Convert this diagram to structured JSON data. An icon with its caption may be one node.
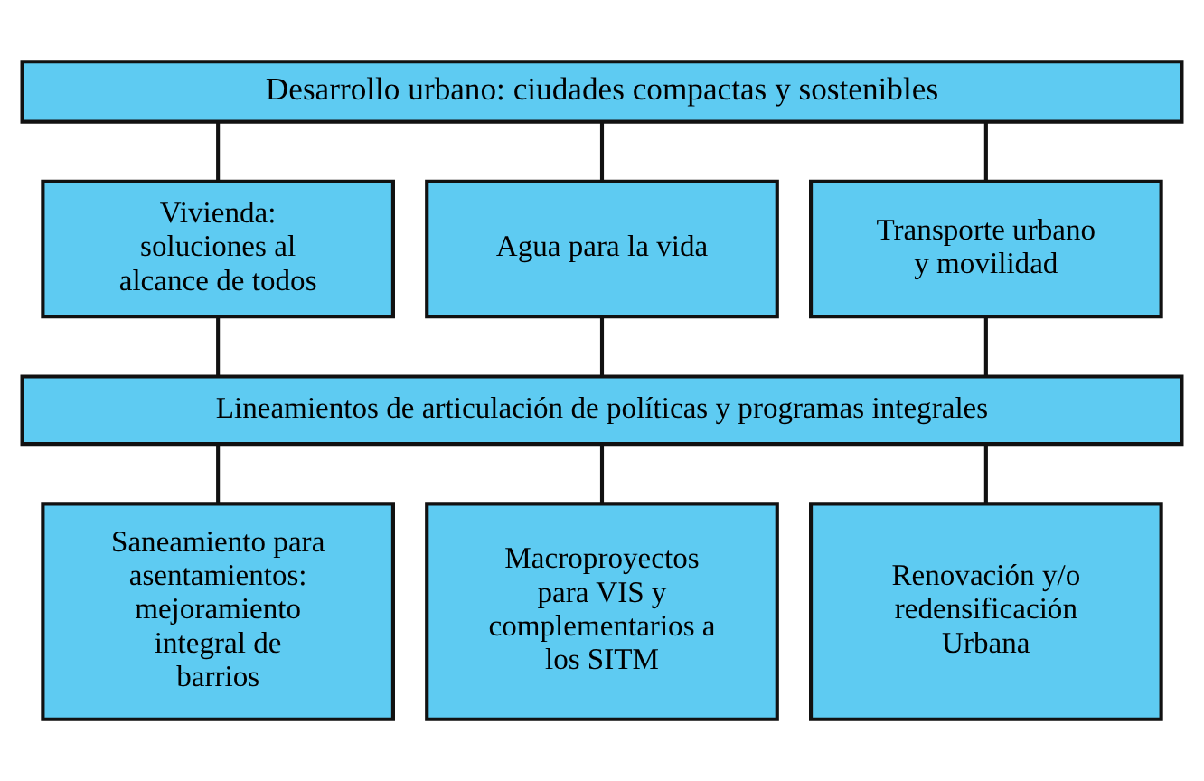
{
  "diagram": {
    "nodes": [
      {
        "text": [
          "Desarrollo urbano: ciudades compactas y sostenibles"
        ]
      },
      {
        "text": [
          "Vivienda: soluciones al alcance de todos"
        ]
      },
      {
        "text": [
          "Agua para la vida"
        ]
      },
      {
        "text": [
          "Transporte urbano y movilidad"
        ]
      },
      {
        "text": [
          "Lineamientos de articulación de políticas y programas integrales"
        ]
      },
      {
        "text": [
          "Saneamiento para asentamientos: mejoramiento integral de barrios"
        ]
      },
      {
        "text": [
          "Macroproyectos para VIS y complementarios a los SITM"
        ]
      },
      {
        "text": [
          "Renovación y/o redensificación Urbana"
        ]
      }
    ],
    "edges": [
      {
        "from": 0,
        "to": 1,
        "arrow": "none"
      },
      {
        "from": 0,
        "to": 2,
        "arrow": "none"
      },
      {
        "from": 0,
        "to": 3,
        "arrow": "none"
      },
      {
        "from": 1,
        "to": 4,
        "arrow": "none"
      },
      {
        "from": 2,
        "to": 4,
        "arrow": "none"
      },
      {
        "from": 3,
        "to": 4,
        "arrow": "none"
      },
      {
        "from": 4,
        "to": 5,
        "arrow": "none"
      },
      {
        "from": 4,
        "to": 6,
        "arrow": "none"
      },
      {
        "from": 4,
        "to": 7,
        "arrow": "none"
      }
    ]
  }
}
